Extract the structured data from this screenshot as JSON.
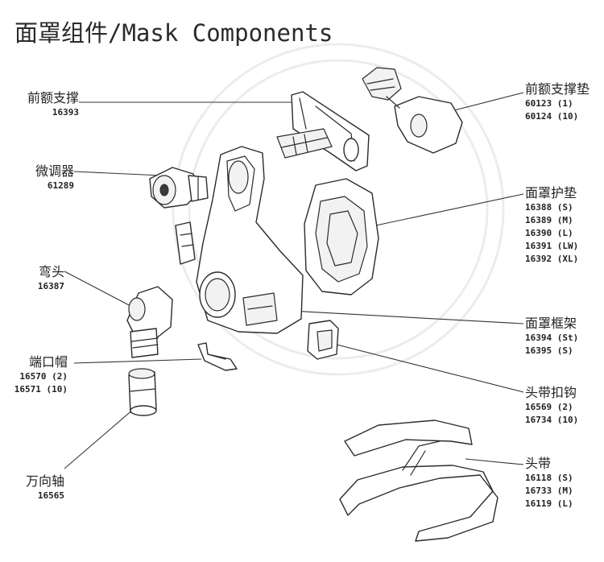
{
  "title": "面罩组件/Mask Components",
  "parts": {
    "forehead_support": {
      "name": "前额支撑",
      "codes": [
        "16393"
      ]
    },
    "swivel": {
      "name": "微调器",
      "codes": [
        "61289"
      ]
    },
    "elbow": {
      "name": "弯头",
      "codes": [
        "16387"
      ]
    },
    "port_cap": {
      "name": "端口帽",
      "codes": [
        "16570  (2)",
        "16571  (10)"
      ]
    },
    "swivel_connector": {
      "name": "万向轴",
      "codes": [
        "16565"
      ]
    },
    "forehead_pad": {
      "name": "前额支撑垫",
      "codes": [
        "60123  (1)",
        "60124  (10)"
      ]
    },
    "cushion": {
      "name": "面罩护垫",
      "codes": [
        "16388  (S)",
        "16389  (M)",
        "16390  (L)",
        "16391  (LW)",
        "16392  (XL)"
      ]
    },
    "frame": {
      "name": "面罩框架",
      "codes": [
        "16394  (St)",
        "16395  (S)"
      ]
    },
    "headgear_clip": {
      "name": "头带扣钩",
      "codes": [
        "16569  (2)",
        "16734  (10)"
      ]
    },
    "headgear": {
      "name": "头带",
      "codes": [
        "16118  (S)",
        "16733  (M)",
        "16119  (L)"
      ]
    }
  }
}
